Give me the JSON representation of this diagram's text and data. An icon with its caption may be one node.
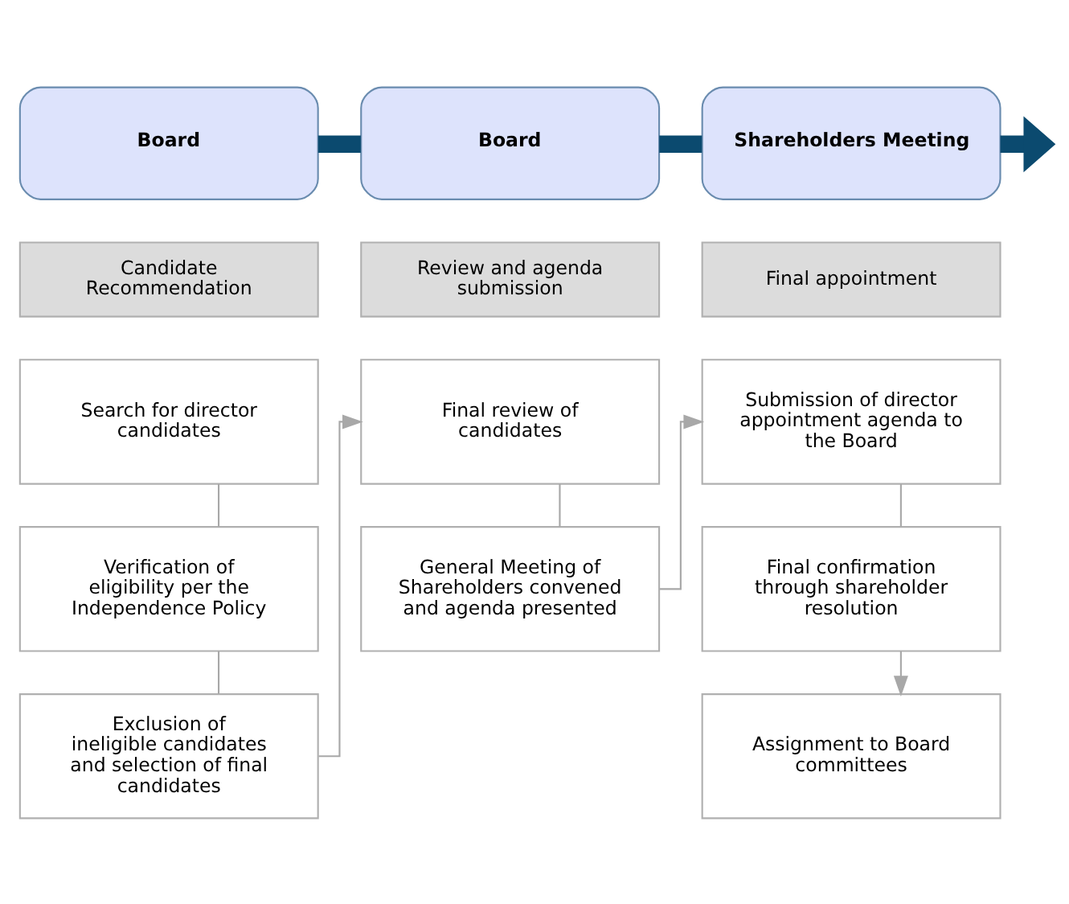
{
  "diagram": {
    "nodes": [
      {
        "text": [
          "Board"
        ]
      },
      {
        "text": [
          "Board"
        ]
      },
      {
        "text": [
          "Shareholders Meeting"
        ]
      },
      {
        "text": [
          "Candidate Recommendation"
        ]
      },
      {
        "text": [
          "Review and agenda submission"
        ]
      },
      {
        "text": [
          "Final appointment"
        ]
      },
      {
        "text": [
          "Search for director candidates"
        ]
      },
      {
        "text": [
          "Verification of eligibility per the Independence Policy"
        ]
      },
      {
        "text": [
          "Exclusion of ineligible candidates and selection of final candidates"
        ]
      },
      {
        "text": [
          "Final review of candidates"
        ]
      },
      {
        "text": [
          "General Meeting of Shareholders convened and agenda presented"
        ]
      },
      {
        "text": [
          "Submission of director appointment agenda to the Board"
        ]
      },
      {
        "text": [
          "Final confirmation through shareholder resolution"
        ]
      },
      {
        "text": [
          "Assignment to Board committees"
        ]
      }
    ],
    "edges": [
      {
        "from": 0,
        "to": 1,
        "arrow": "none",
        "style": "thick",
        "color": "#0b4a6f"
      },
      {
        "from": 1,
        "to": 2,
        "arrow": "none",
        "style": "thick",
        "color": "#0b4a6f"
      },
      {
        "from": 2,
        "to": null,
        "arrow": "to",
        "style": "thick",
        "color": "#0b4a6f"
      },
      {
        "from": 6,
        "to": 7,
        "arrow": "none"
      },
      {
        "from": 7,
        "to": 8,
        "arrow": "none"
      },
      {
        "from": 8,
        "to": 9,
        "arrow": "to"
      },
      {
        "from": 9,
        "to": 10,
        "arrow": "none"
      },
      {
        "from": 10,
        "to": 11,
        "arrow": "to"
      },
      {
        "from": 11,
        "to": 12,
        "arrow": "none"
      },
      {
        "from": 12,
        "to": 13,
        "arrow": "to"
      }
    ]
  }
}
